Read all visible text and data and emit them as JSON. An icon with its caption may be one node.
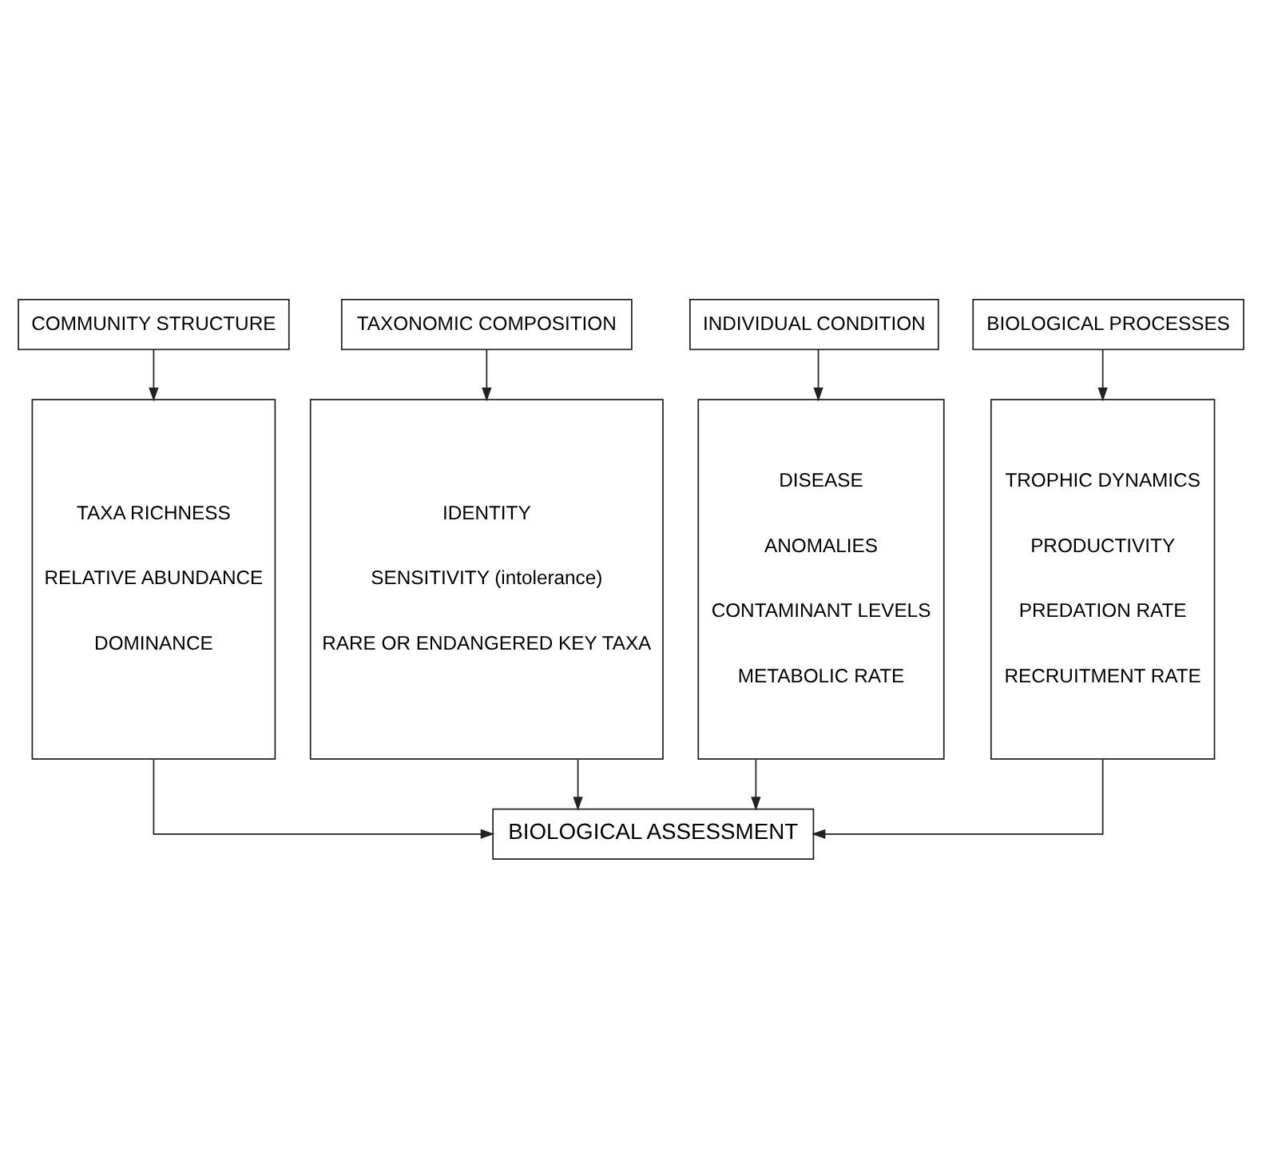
{
  "diagram": {
    "nodes": [
      {
        "text": [
          "COMMUNITY STRUCTURE"
        ]
      },
      {
        "text": [
          "TAXONOMIC COMPOSITION"
        ]
      },
      {
        "text": [
          "INDIVIDUAL CONDITION"
        ]
      },
      {
        "text": [
          "BIOLOGICAL PROCESSES"
        ]
      },
      {
        "text": [
          "TAXA RICHNESS",
          "RELATIVE ABUNDANCE",
          "DOMINANCE"
        ]
      },
      {
        "text": [
          "IDENTITY",
          "SENSITIVITY (intolerance)",
          "RARE OR ENDANGERED KEY TAXA"
        ]
      },
      {
        "text": [
          "DISEASE",
          "ANOMALIES",
          "CONTAMINANT LEVELS",
          "METABOLIC RATE"
        ]
      },
      {
        "text": [
          "TROPHIC DYNAMICS",
          "PRODUCTIVITY",
          "PREDATION RATE",
          "RECRUITMENT RATE"
        ]
      },
      {
        "text": [
          "BIOLOGICAL ASSESSMENT"
        ]
      }
    ],
    "edges": [
      {
        "from": 0,
        "to": 4,
        "arrow": "to"
      },
      {
        "from": 1,
        "to": 5,
        "arrow": "to"
      },
      {
        "from": 2,
        "to": 6,
        "arrow": "to"
      },
      {
        "from": 3,
        "to": 7,
        "arrow": "to"
      },
      {
        "from": 4,
        "to": 8,
        "arrow": "to"
      },
      {
        "from": 5,
        "to": 8,
        "arrow": "to"
      },
      {
        "from": 6,
        "to": 8,
        "arrow": "to"
      },
      {
        "from": 7,
        "to": 8,
        "arrow": "to"
      }
    ]
  }
}
